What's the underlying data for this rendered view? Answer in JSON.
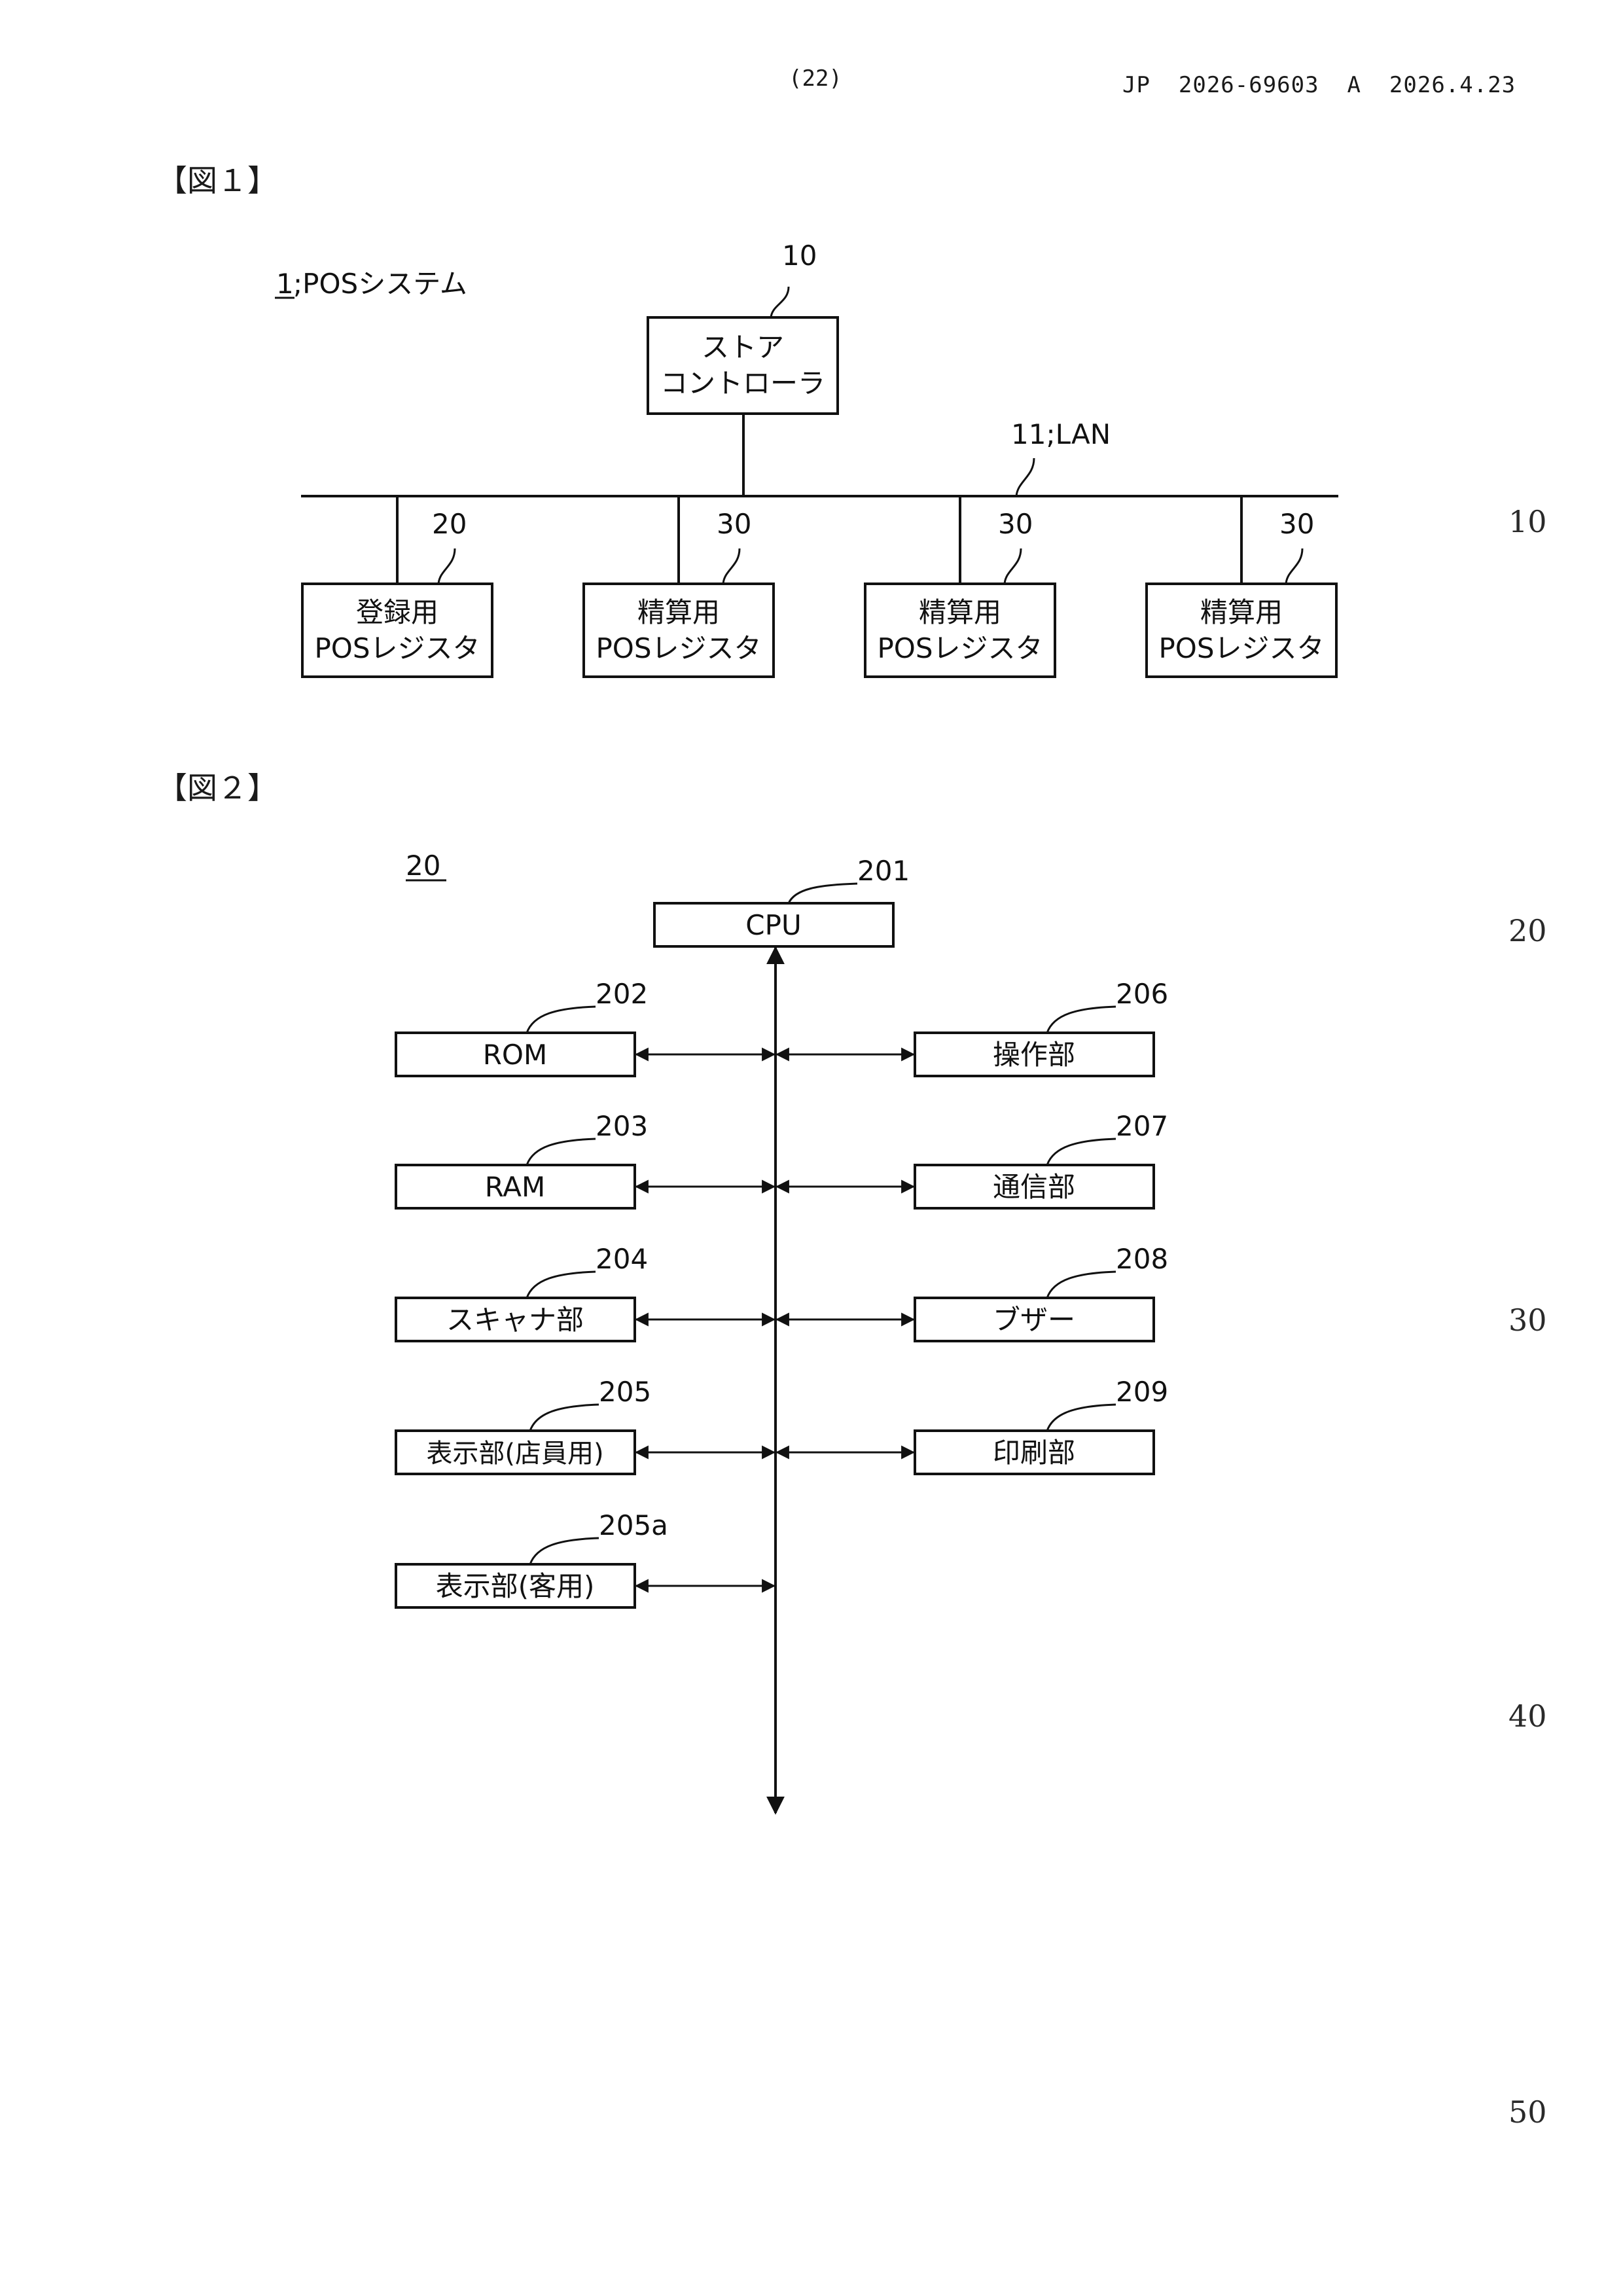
{
  "header": {
    "page_number": "(22)",
    "publication": "JP  2026-69603  A  2026.4.23"
  },
  "figure1": {
    "label": "【図１】",
    "system_ref": "1",
    "system_name": ";POSシステム",
    "store_controller": {
      "ref": "10",
      "line1": "ストア",
      "line2": "コントローラ"
    },
    "lan": {
      "label": "11;LAN"
    },
    "registers": [
      {
        "ref": "20",
        "line1": "登録用",
        "line2": "POSレジスタ"
      },
      {
        "ref": "30",
        "line1": "精算用",
        "line2": "POSレジスタ"
      },
      {
        "ref": "30",
        "line1": "精算用",
        "line2": "POSレジスタ"
      },
      {
        "ref": "30",
        "line1": "精算用",
        "line2": "POSレジスタ"
      }
    ]
  },
  "figure2": {
    "label": "【図２】",
    "device_ref": "20",
    "cpu": {
      "ref": "201",
      "label": "CPU"
    },
    "left_units": [
      {
        "ref": "202",
        "label": "ROM"
      },
      {
        "ref": "203",
        "label": "RAM"
      },
      {
        "ref": "204",
        "label": "スキャナ部"
      },
      {
        "ref": "205",
        "label": "表示部(店員用)"
      },
      {
        "ref": "205a",
        "label": "表示部(客用)"
      }
    ],
    "right_units": [
      {
        "ref": "206",
        "label": "操作部"
      },
      {
        "ref": "207",
        "label": "通信部"
      },
      {
        "ref": "208",
        "label": "ブザー"
      },
      {
        "ref": "209",
        "label": "印刷部"
      }
    ]
  },
  "line_numbers": [
    "10",
    "20",
    "30",
    "40",
    "50"
  ]
}
